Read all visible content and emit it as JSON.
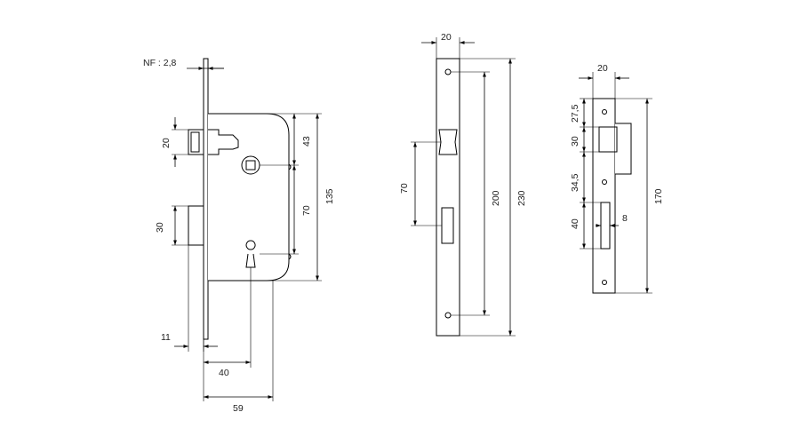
{
  "colors": {
    "line": "#000000",
    "text": "#222222",
    "background": "#ffffff"
  },
  "lock_body": {
    "labels": {
      "faceplate_thickness": "NF : 2,8",
      "latch_height": "20",
      "bolt_height": "30",
      "backset_offset": "11",
      "backset": "40",
      "case_depth": "59",
      "upper_center": "43",
      "center_distance": "70",
      "case_height": "135"
    }
  },
  "faceplate": {
    "labels": {
      "width": "20",
      "cutout_distance": "70",
      "screw_distance": "200",
      "length": "230"
    }
  },
  "strike_plate": {
    "labels": {
      "width": "20",
      "top_offset": "27,5",
      "latch_opening": "30",
      "gap": "34,5",
      "bolt_opening": "40",
      "bolt_opening_depth": "8",
      "length": "170"
    }
  }
}
